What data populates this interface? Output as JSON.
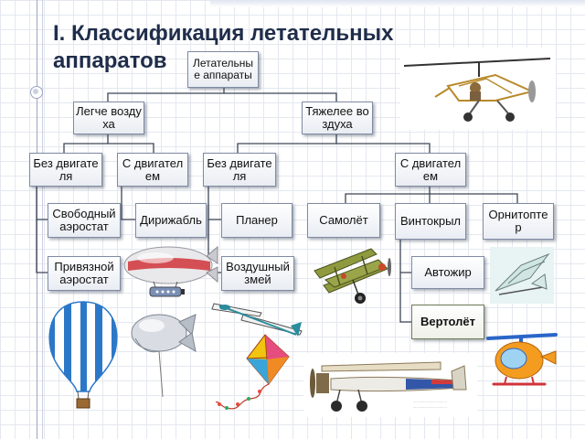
{
  "title": "I. Классификация летательных аппаратов",
  "nodes": {
    "root": "Летательные аппараты",
    "lighter": "Легче воздуха",
    "heavier": "Тяжелее воздуха",
    "lighter_no_engine": "Без двигателя",
    "lighter_with_engine": "С двигателем",
    "heavier_no_engine": "Без двигателя",
    "heavier_with_engine": "С двигателем",
    "free_balloon": "Свободный аэростат",
    "tethered_balloon": "Привязной аэростат",
    "airship": "Дирижабль",
    "glider": "Планер",
    "kite": "Воздушный змей",
    "airplane": "Самолёт",
    "rotorcraft": "Винтокрыл",
    "ornithopter": "Орнитоптер",
    "autogyro": "Автожир",
    "helicopter": "Вертолёт"
  },
  "illustrations": [
    "autogyro-picture",
    "ornithopter-picture",
    "biplane-picture",
    "airship-picture",
    "hot-air-balloon-picture",
    "blimp-picture",
    "glider-picture",
    "kite-picture",
    "vintage-airplane-picture",
    "helicopter-picture"
  ]
}
